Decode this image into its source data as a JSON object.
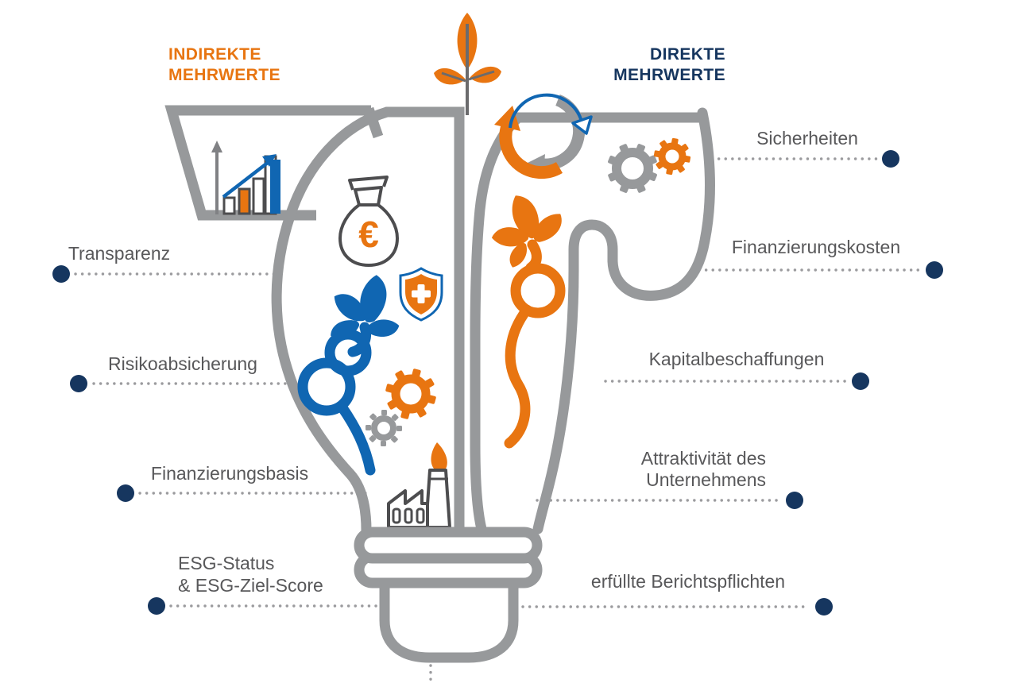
{
  "headers": {
    "indirect": {
      "line1": "INDIREKTE",
      "line2": "MEHRWERTE",
      "color": "#E87511"
    },
    "direct": {
      "line1": "DIREKTE",
      "line2": "MEHRWERTE",
      "color": "#16365F"
    }
  },
  "labels": {
    "left": [
      {
        "id": "transparenz",
        "lines": [
          "Transparenz"
        ]
      },
      {
        "id": "risikoabsicherung",
        "lines": [
          "Risikoabsicherung"
        ]
      },
      {
        "id": "finanzierungsbasis",
        "lines": [
          "Finanzierungsbasis"
        ]
      },
      {
        "id": "esg",
        "lines": [
          "ESG-Status",
          "& ESG-Ziel-Score"
        ]
      }
    ],
    "right": [
      {
        "id": "sicherheiten",
        "lines": [
          "Sicherheiten"
        ]
      },
      {
        "id": "finanzierungskosten",
        "lines": [
          "Finanzierungskosten"
        ]
      },
      {
        "id": "kapitalbeschaffungen",
        "lines": [
          "Kapitalbeschaffungen"
        ]
      },
      {
        "id": "attraktivitaet",
        "lines": [
          "Attraktivität des",
          "Unternehmens"
        ]
      },
      {
        "id": "berichtspflichten",
        "lines": [
          "erfüllte Berichtspflichten"
        ]
      }
    ]
  },
  "icons": {
    "money_bag_symbol": "€",
    "names": [
      "funnel",
      "growth-bar-chart",
      "money-bag-euro",
      "shield-cross",
      "flower-blue",
      "gear-orange",
      "gear-gray-small",
      "factory-flame",
      "sprout-plant",
      "cycle-arrows",
      "gear-gray-large",
      "gear-orange-small",
      "flower-orange",
      "lightbulb-base"
    ]
  },
  "colors": {
    "orange": "#E87511",
    "blue": "#1066B2",
    "navy": "#16365F",
    "artwork_gray": "#97999B",
    "icon_dark_gray": "#4D4D4F",
    "label_text": "#58585A",
    "dotted_line": "#9B9B9E"
  }
}
